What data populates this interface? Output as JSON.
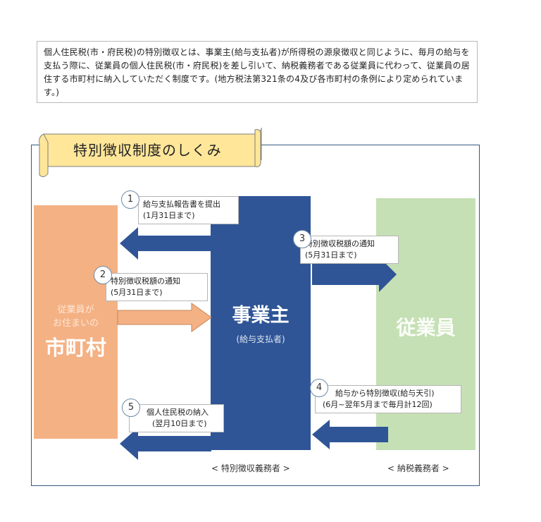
{
  "intro_text": "個人住民税(市・府民税)の特別徴収とは、事業主(給与支払者)が所得税の源泉徴収と同じように、毎月の給与を支払う際に、従業員の個人住民税(市・府民税)を差し引いて、納税義務者である従業員に代わって、従業員の居住する市町村に納入していただく制度です。(地方税法第321条の4及び各市町村の条例により定められています。)",
  "diagram_title": "特別徴収制度のしくみ",
  "city": {
    "sub_line1": "従業員が",
    "sub_line2": "お住まいの",
    "name": "市町村"
  },
  "employer": {
    "name": "事業主",
    "sub": "(給与支払者)",
    "role": "< 特別徴収義務者 >"
  },
  "employee": {
    "name": "従業員",
    "role": "< 納税義務者 >"
  },
  "steps": [
    {
      "num": "1",
      "line1": "給与支払報告書を提出",
      "line2": "(1月31日まで)"
    },
    {
      "num": "2",
      "line1": "特別徴収税額の通知",
      "line2": "(5月31日まで)"
    },
    {
      "num": "3",
      "line1": "特別徴収税額の通知",
      "line2": "(5月31日まで)"
    },
    {
      "num": "4",
      "line1": "給与から特別徴収(給与天引)",
      "line2": "(6月~翌年5月まで毎月計12回)"
    },
    {
      "num": "5",
      "line1": "個人住民税の納入",
      "line2": "(翌月10日まで)"
    }
  ],
  "colors": {
    "city": "#f4b183",
    "employer": "#2f5597",
    "employee": "#c5e0b4",
    "banner": "#ffe699",
    "arrow_blue": "#2f5597",
    "arrow_orange": "#f4b183"
  }
}
